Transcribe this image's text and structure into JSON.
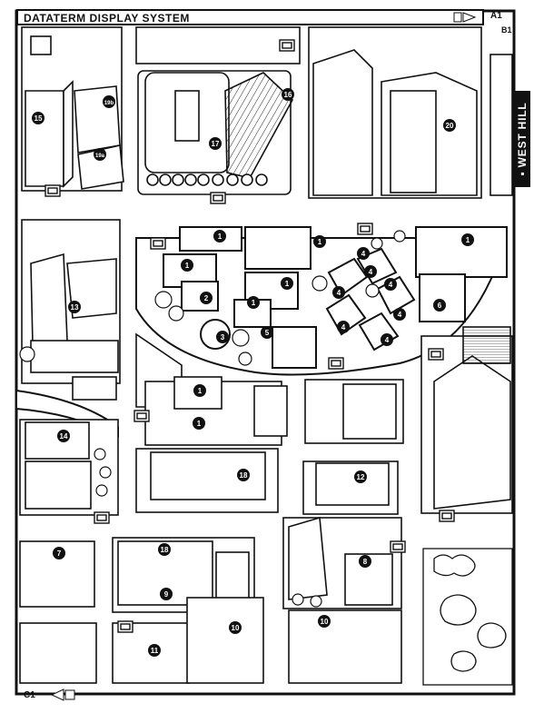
{
  "header": {
    "title": "DATATERM DISPLAY SYSTEM"
  },
  "grid_refs": {
    "top_right": "A1",
    "top_right_sub": "B1",
    "bottom_left": "C1"
  },
  "district": {
    "label": "▪ WEST HILL"
  },
  "markers": [
    {
      "id": "m15",
      "label": "15"
    },
    {
      "id": "m19b",
      "label": "19b"
    },
    {
      "id": "m19a",
      "label": "19a"
    },
    {
      "id": "m16",
      "label": "16"
    },
    {
      "id": "m17",
      "label": "17"
    },
    {
      "id": "m20",
      "label": "20"
    },
    {
      "id": "m13",
      "label": "13"
    },
    {
      "id": "m14",
      "label": "14"
    },
    {
      "id": "m1a",
      "label": "1"
    },
    {
      "id": "m1b",
      "label": "1"
    },
    {
      "id": "m1c",
      "label": "1"
    },
    {
      "id": "m1d",
      "label": "1"
    },
    {
      "id": "m1e",
      "label": "1"
    },
    {
      "id": "m1f",
      "label": "1"
    },
    {
      "id": "m1g",
      "label": "1"
    },
    {
      "id": "m1h",
      "label": "1"
    },
    {
      "id": "m2",
      "label": "2"
    },
    {
      "id": "m3",
      "label": "3"
    },
    {
      "id": "m5",
      "label": "5"
    },
    {
      "id": "m4a",
      "label": "4"
    },
    {
      "id": "m4b",
      "label": "4"
    },
    {
      "id": "m4c",
      "label": "4"
    },
    {
      "id": "m4d",
      "label": "4"
    },
    {
      "id": "m4e",
      "label": "4"
    },
    {
      "id": "m4f",
      "label": "4"
    },
    {
      "id": "m4g",
      "label": "4"
    },
    {
      "id": "m6",
      "label": "6"
    },
    {
      "id": "m18a",
      "label": "18"
    },
    {
      "id": "m12",
      "label": "12"
    },
    {
      "id": "m7",
      "label": "7"
    },
    {
      "id": "m18b",
      "label": "18"
    },
    {
      "id": "m9",
      "label": "9"
    },
    {
      "id": "m8",
      "label": "8"
    },
    {
      "id": "m10a",
      "label": "10"
    },
    {
      "id": "m10b",
      "label": "10"
    },
    {
      "id": "m11",
      "label": "11"
    }
  ]
}
